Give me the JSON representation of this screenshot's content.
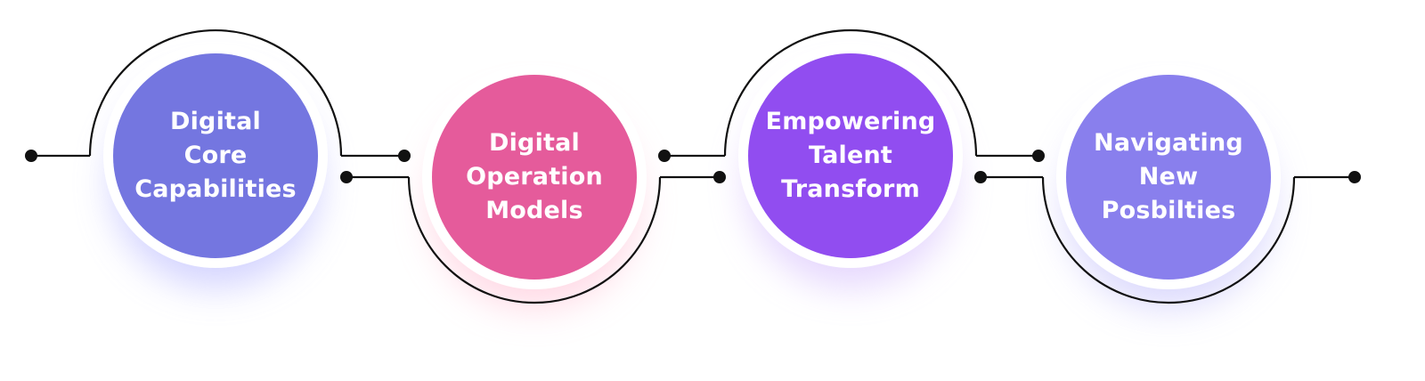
{
  "diagram": {
    "steps": [
      {
        "lines": [
          "Digital",
          "Core",
          "Capabilities"
        ],
        "color": "#7476e0",
        "glow": "#b8b8ff",
        "arc": "top"
      },
      {
        "lines": [
          "Digital",
          "Operation",
          "Models"
        ],
        "color": "#e55b9b",
        "glow": "#ffc2d6",
        "arc": "bottom"
      },
      {
        "lines": [
          "Empowering",
          "Talent",
          "Transform"
        ],
        "color": "#914df0",
        "glow": "#d5bdfc",
        "arc": "top"
      },
      {
        "lines": [
          "Navigating",
          "New",
          "Posbilties"
        ],
        "color": "#897fed",
        "glow": "#c6c2fb",
        "arc": "bottom"
      }
    ],
    "connector_color": "#111111"
  }
}
